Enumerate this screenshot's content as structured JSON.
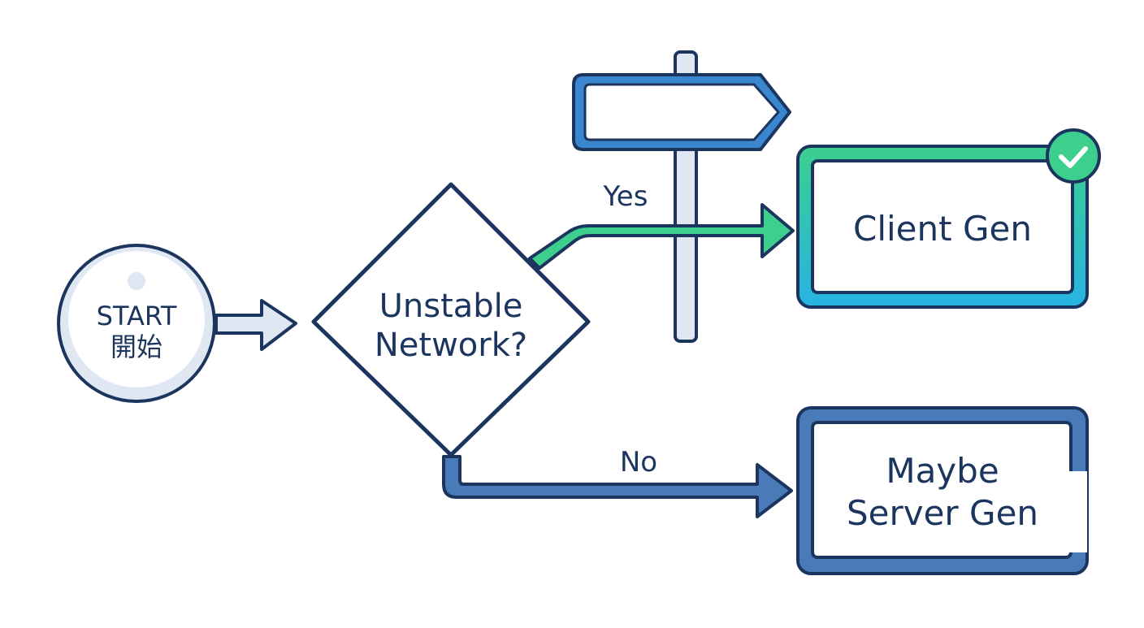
{
  "start": {
    "label_en": "START",
    "label_ja": "開始"
  },
  "decision": {
    "line1": "Unstable",
    "line2": "Network?"
  },
  "branches": {
    "yes_label": "Yes",
    "no_label": "No"
  },
  "outcomes": {
    "client": {
      "label": "Client Gen",
      "status": "check-icon"
    },
    "server": {
      "line1": "Maybe",
      "line2": "Server Gen"
    }
  },
  "decorations": {
    "signpost": "signpost-icon"
  },
  "colors": {
    "navy": "#1c355e",
    "green": "#3ccf8e",
    "cyan": "#27b3e3",
    "blue": "#4a7ab8",
    "light_blue": "#dfe7f2",
    "signpost_blue": "#3a86cf"
  }
}
